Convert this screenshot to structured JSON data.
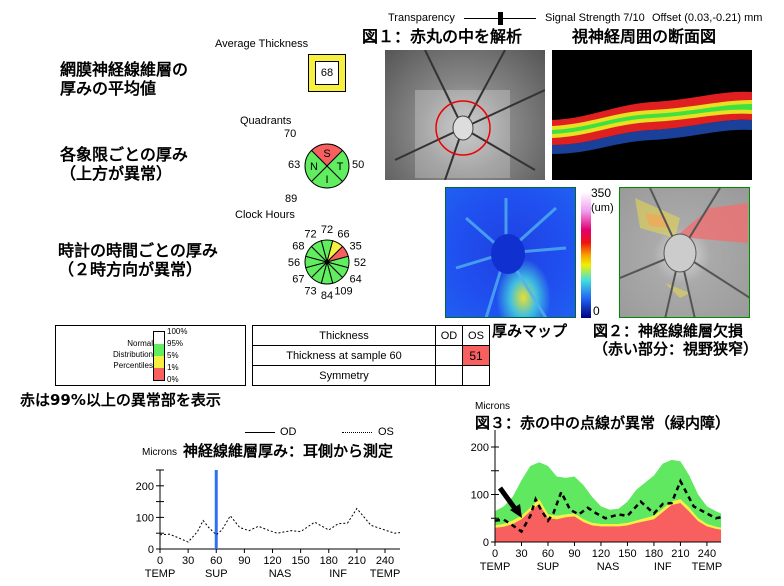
{
  "header": {
    "transparency_label": "Transparency",
    "signal_strength": "Signal Strength 7/10",
    "offset": "Offset (0.03,-0.21) mm",
    "transparency_value": 0.5
  },
  "annotations": {
    "fig1": "図１：赤丸の中を解析",
    "cross_section": "視神経周囲の断面図",
    "avg_note": [
      "網膜神経線維層の",
      "厚みの平均値"
    ],
    "quad_note": [
      "各象限ごとの厚み",
      "（上方が異常）"
    ],
    "clock_note": [
      "時計の時間ごとの厚み",
      "（２時方向が異常）"
    ],
    "thickness_map": "厚みマップ",
    "fig2": [
      "図２：神経線維層欠損",
      "（赤い部分：視野狭窄）"
    ],
    "red_note": "赤は99%以上の異常部を表示",
    "profile_title": "神経線維層厚み：耳側から測定",
    "fig3": "図３：赤の中の点線が異常（緑内障）"
  },
  "average": {
    "label": "Average Thickness",
    "value": "68"
  },
  "quadrants": {
    "label": "Quadrants",
    "S": "70",
    "T": "50",
    "I": "89",
    "N": "63",
    "letters": [
      "S",
      "T",
      "I",
      "N"
    ],
    "colors": {
      "S": "#f86060",
      "T": "#60ee60",
      "I": "#60ee60",
      "N": "#60ee60"
    }
  },
  "clock_hours": {
    "label": "Clock Hours",
    "values": [
      "72",
      "66",
      "35",
      "52",
      "64",
      "109",
      "84",
      "73",
      "67",
      "56",
      "68",
      "72"
    ],
    "status": [
      "normal",
      "borderline",
      "abnormal",
      "normal",
      "normal",
      "normal",
      "normal",
      "normal",
      "normal",
      "normal",
      "normal",
      "normal"
    ]
  },
  "colorbar": {
    "max": "350",
    "unit": "(um)",
    "min": "0"
  },
  "legend": {
    "labels": [
      "Normal",
      "Distribution",
      "Percentiles"
    ],
    "ticks": [
      "100%",
      "95%",
      "5%",
      "1%",
      "0%"
    ],
    "colors": {
      "normal": "#60ee60",
      "borderline": "#f8f040",
      "abnormal": "#f86060"
    }
  },
  "table": {
    "header": [
      "Thickness",
      "OD",
      "OS"
    ],
    "rows": [
      {
        "label": "Thickness at sample  60",
        "od": "",
        "os": "51"
      },
      {
        "label": "Symmetry",
        "od": "",
        "os": ""
      }
    ]
  },
  "series_legend": {
    "od": "OD",
    "os": "OS"
  },
  "chart_data": [
    {
      "type": "line",
      "ylabel": "Microns",
      "xlim": [
        0,
        256
      ],
      "ylim": [
        0,
        250
      ],
      "x_ticks": [
        "0",
        "30",
        "60",
        "90",
        "120",
        "150",
        "180",
        "210",
        "240"
      ],
      "y_ticks": [
        "0",
        "100",
        "200"
      ],
      "region_labels": [
        "TEMP",
        "SUP",
        "NAS",
        "INF",
        "TEMP"
      ],
      "marker_x": 60,
      "series": [
        {
          "name": "OS",
          "x": [
            0,
            10,
            20,
            30,
            40,
            46,
            52,
            60,
            66,
            75,
            85,
            95,
            105,
            115,
            125,
            140,
            150,
            165,
            180,
            190,
            200,
            210,
            225,
            240,
            250,
            256
          ],
          "y": [
            45,
            47,
            35,
            22,
            55,
            90,
            68,
            45,
            60,
            105,
            68,
            58,
            72,
            60,
            50,
            58,
            55,
            85,
            60,
            80,
            82,
            128,
            75,
            60,
            50,
            52
          ]
        }
      ]
    },
    {
      "type": "area",
      "ylabel": "Microns",
      "xlim": [
        0,
        256
      ],
      "ylim": [
        0,
        250
      ],
      "x_ticks": [
        "0",
        "30",
        "60",
        "90",
        "120",
        "150",
        "180",
        "210",
        "240"
      ],
      "y_ticks": [
        "0",
        "100",
        "200"
      ],
      "region_labels": [
        "TEMP",
        "SUP",
        "NAS",
        "INF",
        "TEMP"
      ],
      "bands_x": [
        0,
        10,
        20,
        30,
        40,
        50,
        60,
        70,
        80,
        90,
        100,
        110,
        120,
        130,
        140,
        150,
        160,
        170,
        180,
        190,
        200,
        210,
        220,
        230,
        240,
        250,
        256
      ],
      "p95": [
        65,
        75,
        95,
        130,
        160,
        168,
        160,
        138,
        135,
        138,
        120,
        95,
        75,
        68,
        70,
        85,
        110,
        125,
        140,
        165,
        173,
        170,
        140,
        100,
        75,
        65,
        60
      ],
      "p5": [
        35,
        38,
        45,
        55,
        72,
        90,
        58,
        55,
        58,
        60,
        48,
        40,
        38,
        38,
        38,
        40,
        45,
        50,
        55,
        70,
        85,
        90,
        72,
        50,
        38,
        32,
        30
      ],
      "p1": [
        30,
        32,
        38,
        48,
        65,
        80,
        50,
        48,
        52,
        54,
        42,
        35,
        33,
        33,
        33,
        35,
        40,
        44,
        48,
        63,
        78,
        82,
        64,
        44,
        33,
        28,
        26
      ],
      "series": [
        {
          "name": "OS",
          "x": [
            0,
            10,
            20,
            30,
            40,
            46,
            52,
            60,
            66,
            75,
            85,
            95,
            105,
            115,
            125,
            140,
            150,
            165,
            180,
            190,
            200,
            210,
            225,
            240,
            250,
            256
          ],
          "y": [
            45,
            47,
            35,
            22,
            55,
            90,
            68,
            45,
            60,
            105,
            68,
            58,
            72,
            60,
            50,
            58,
            55,
            85,
            60,
            80,
            82,
            128,
            75,
            60,
            50,
            52
          ]
        }
      ]
    }
  ]
}
